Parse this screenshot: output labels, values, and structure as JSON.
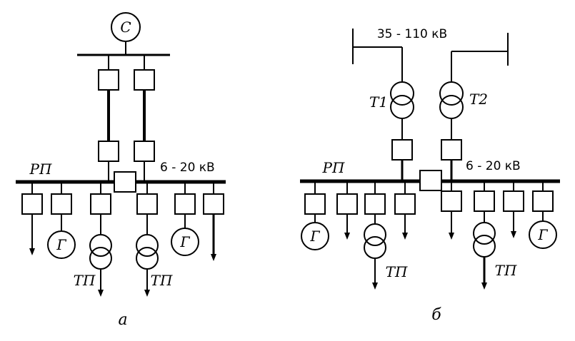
{
  "diagram_a": {
    "system_label": "С",
    "bus_label": "РП",
    "voltage_label": "6 - 20 кВ",
    "generator_label": "Г",
    "substation_label": "ТП",
    "caption": "а"
  },
  "diagram_b": {
    "hv_label": "35 - 110 кВ",
    "transformer_1": "Т1",
    "transformer_2": "Т2",
    "bus_label": "РП",
    "voltage_label": "6 - 20 кВ",
    "generator_label": "Г",
    "substation_label": "ТП",
    "caption": "б"
  }
}
